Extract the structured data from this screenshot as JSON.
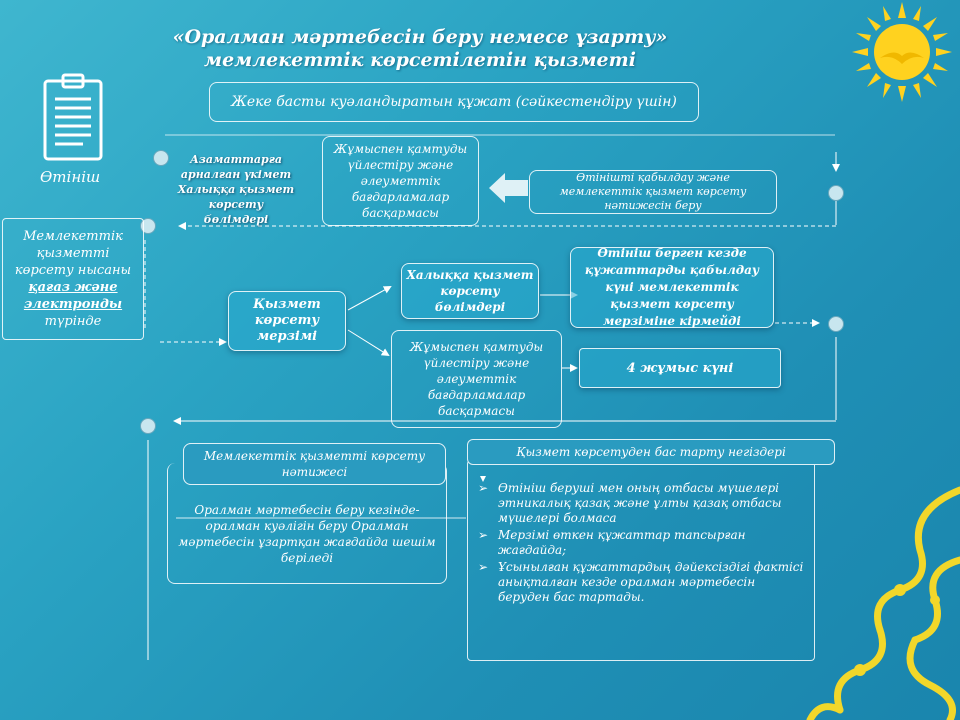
{
  "title": {
    "line1": "«Оралман мәртебесін беру немесе ұзарту»",
    "line2": "мемлекеттік көрсетілетін қызметі"
  },
  "header_doc": "Жеке басты куәландыратын құжат (сәйкестендіру үшін)",
  "application_label": "Өтініш",
  "left_group": {
    "l1": "Азаматтарға",
    "l2": "арналған үкімет",
    "l3": "Халыққа қызмет",
    "l4": "көрсету бөлімдері"
  },
  "employment_top": "Жұмыспен қамтуды үйлестіру және әлеуметтік бағдарламалар басқармасы",
  "accept_issue": "Өтінішті қабылдау және мемлекеттік қызмет көрсету нәтижесін беру",
  "form_box": {
    "part1": "Мемлекеттік қызметті көрсету нысаны",
    "part2": "қағаз және электронды",
    "part3": "түрінде"
  },
  "service_term": "Қызмет көрсету мерзімі",
  "public_service_dept": "Халыққа қызмет көрсету бөлімдері",
  "document_note": "Өтініш берген кезде құжаттарды қабылдау күні мемлекеттік қызмет көрсету мерзіміне кірмейді",
  "employment_mid": "Жұмыспен қамтуды үйлестіру және әлеуметтік бағдарламалар басқармасы",
  "work_days": "4 жұмыс күні",
  "result_title": "Мемлекеттік қызметті көрсету нәтижесі",
  "result_text": "Оралман мәртебесін беру кезінде-оралман куәлігін беру Оралман мәртебесін ұзартқан жағдайда шешім беріледі",
  "refusal_title": "Қызмет көрсетуден бас тарту негіздері",
  "refusal_reasons": [
    "Өтініш беруші мен оның отбасы мүшелері этникалық қазақ және ұлты қазақ отбасы мүшелері болмаса",
    "Мерзімі өткен құжаттар тапсырған жағдайда;",
    "Ұсынылған құжаттардың дәйексіздігі фактісі анықталған кезде оралман мәртебесін беруден бас тартады."
  ],
  "colors": {
    "background": "#2aa3c3",
    "sun": "#ffd21f",
    "ornament": "#f2d72a"
  }
}
